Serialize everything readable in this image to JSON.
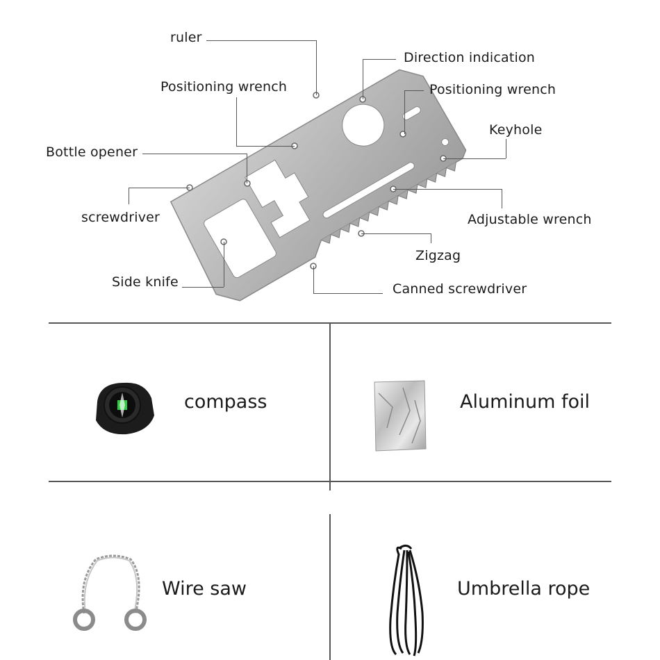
{
  "diagram": {
    "callouts": {
      "ruler": "ruler",
      "direction_indication": "Direction indication",
      "positioning_wrench_left": "Positioning wrench",
      "positioning_wrench_right": "Positioning wrench",
      "keyhole": "Keyhole",
      "bottle_opener": "Bottle opener",
      "screwdriver": "screwdriver",
      "adjustable_wrench": "Adjustable wrench",
      "zigzag": "Zigzag",
      "side_knife": "Side knife",
      "canned_screwdriver": "Canned screwdriver"
    }
  },
  "items": [
    {
      "label": "compass",
      "icon": "compass-icon"
    },
    {
      "label": "Aluminum foil",
      "icon": "foil-icon"
    },
    {
      "label": "Wire saw",
      "icon": "wire-saw-icon"
    },
    {
      "label": "Umbrella rope",
      "icon": "rope-icon"
    }
  ]
}
